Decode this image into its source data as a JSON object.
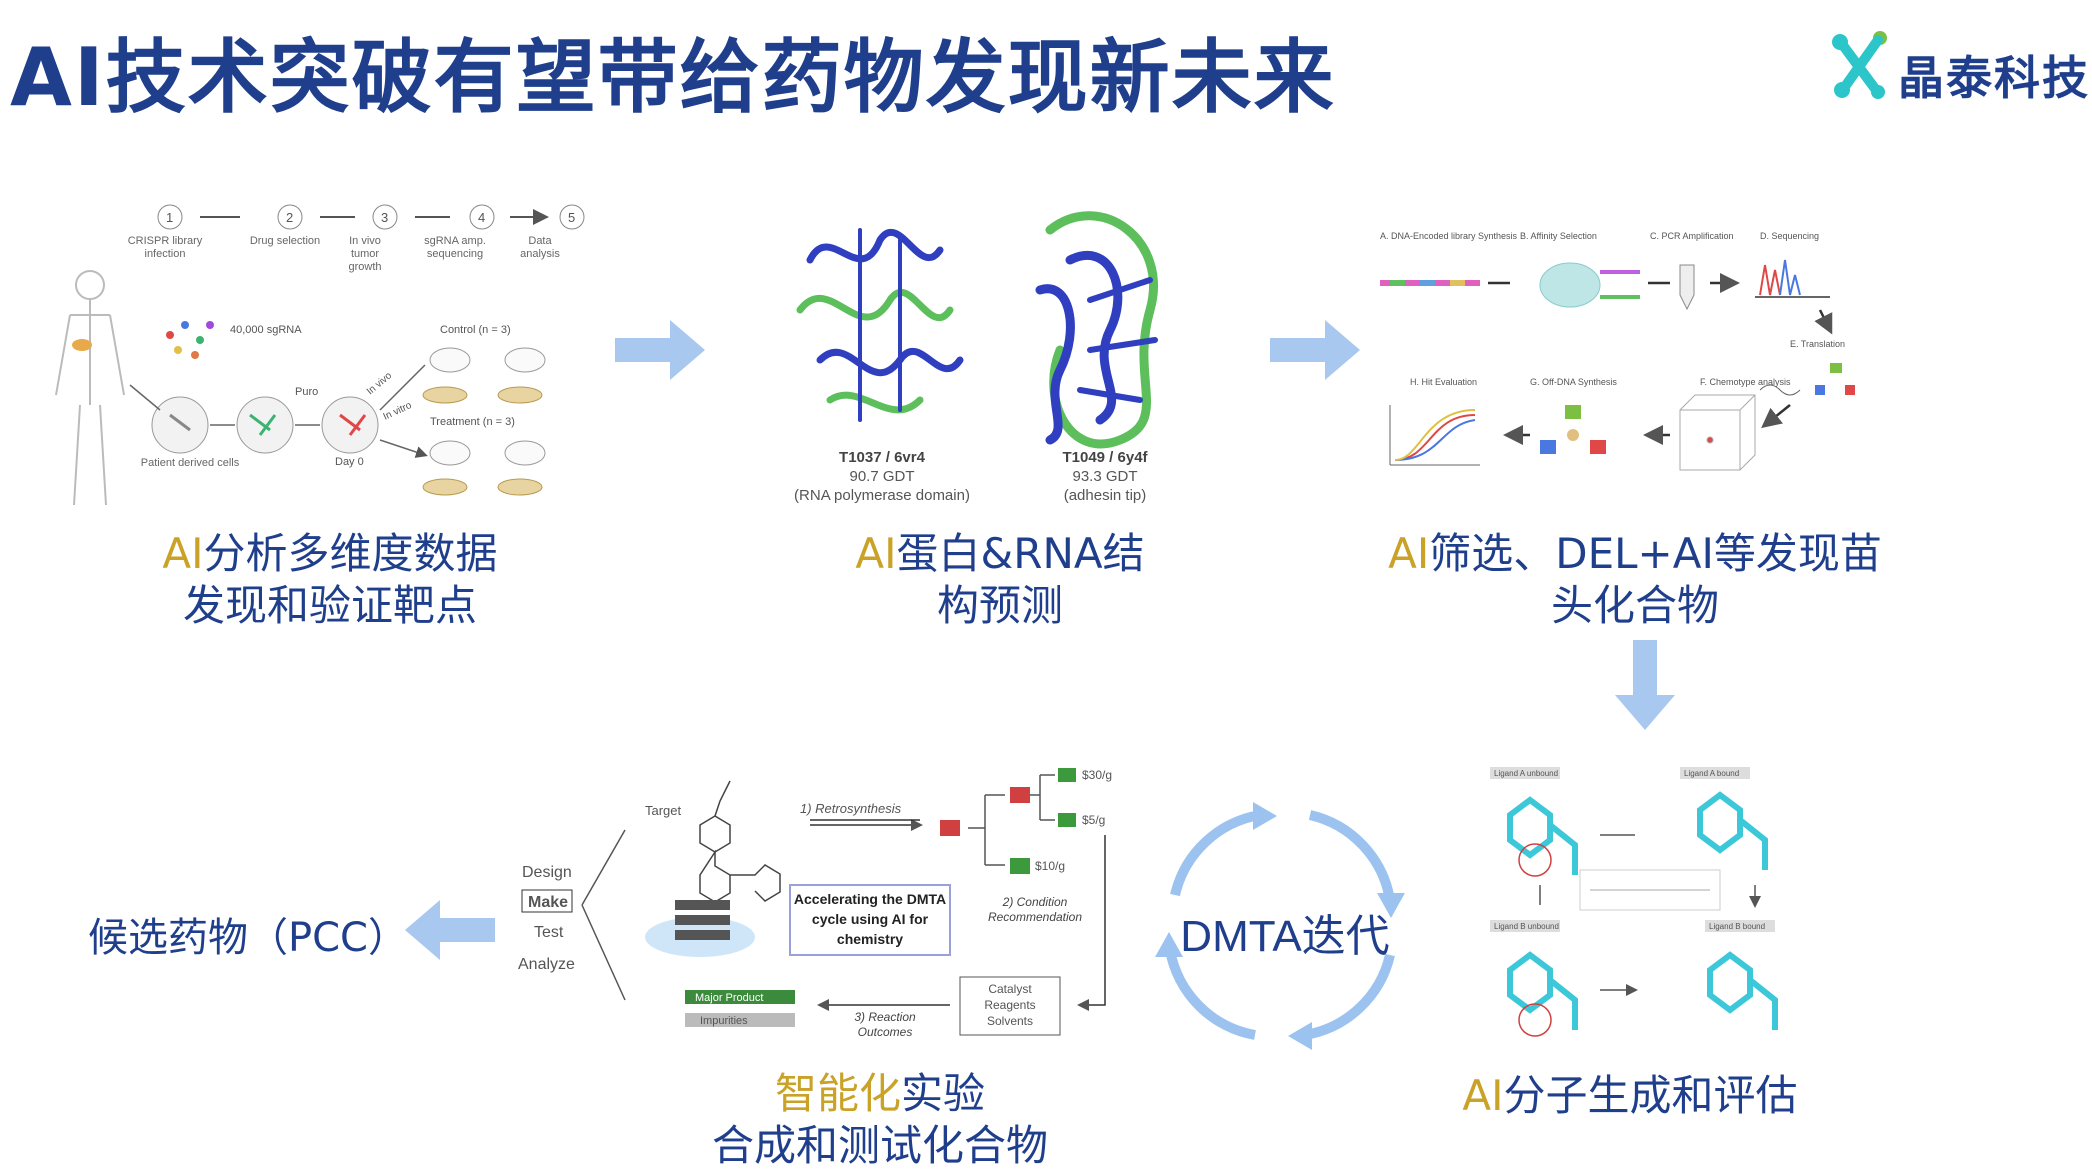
{
  "slide": {
    "title": "AI技术突破有望带给药物发现新未来",
    "logo_text": "晶泰科技"
  },
  "panel1": {
    "steps": [
      {
        "num": "1",
        "label": "CRISPR library infection"
      },
      {
        "num": "2",
        "label": "Drug selection"
      },
      {
        "num": "3",
        "label": "In vivo tumor growth"
      },
      {
        "num": "4",
        "label": "sgRNA amp. sequencing"
      },
      {
        "num": "5",
        "label": "Data analysis"
      }
    ],
    "sgrna": "40,000 sgRNA",
    "puro": "Puro",
    "day0": "Day 0",
    "invivo": "In vivo",
    "invitro": "In vitro",
    "control": "Control (n = 3)",
    "treatment": "Treatment (n = 3)",
    "patient": "Patient derived cells",
    "caption_ai": "AI",
    "caption_l1": "分析多维度数据",
    "caption_l2": "发现和验证靶点"
  },
  "panel2": {
    "protein1": {
      "id": "T1037 / 6vr4",
      "gdt": "90.7 GDT",
      "desc": "(RNA polymerase domain)"
    },
    "protein2": {
      "id": "T1049 / 6y4f",
      "gdt": "93.3 GDT",
      "desc": "(adhesin tip)"
    },
    "caption_ai": "AI",
    "caption_l1": "蛋白&RNA结",
    "caption_l2": "构预测"
  },
  "panel3": {
    "labels": {
      "a": "A. DNA-Encoded library Synthesis",
      "b": "B. Affinity Selection",
      "c": "C. PCR Amplification",
      "d": "D. Sequencing",
      "e": "E. Translation",
      "f": "F. Chemotype analysis",
      "g": "G. Off-DNA Synthesis",
      "h": "H. Hit Evaluation"
    },
    "caption_ai": "AI",
    "caption_l1": "筛选、DEL+AI等发现苗",
    "caption_l2": "头化合物"
  },
  "panel4": {
    "tags": [
      "Ligand A unbound",
      "Ligand A bound",
      "Ligand B unbound",
      "Ligand B bound"
    ],
    "caption_ai": "AI",
    "caption_l1": "分子生成和评估"
  },
  "panel5": {
    "dmta": [
      "Design",
      "Make",
      "Test",
      "Analyze"
    ],
    "target": "Target",
    "retro": "1) Retrosynthesis",
    "prices": [
      "$30/g",
      "$5/g",
      "$10/g"
    ],
    "box_title": "Accelerating the DMTA cycle using AI for chemistry",
    "condition": "2) Condition Recommendation",
    "catalyst": [
      "Catalyst",
      "Reagents",
      "Solvents"
    ],
    "reaction": "3) Reaction Outcomes",
    "major": "Major Product",
    "impurities": "Impurities",
    "caption_gold": "智能化",
    "caption_l1_rest": "实验",
    "caption_l2": "合成和测试化合物"
  },
  "cycle_label": "DMTA迭代",
  "candidate": "候选药物（PCC）",
  "colors": {
    "title": "#1f3f8c",
    "accent_gold": "#c9a227",
    "arrow": "#a8c8f0",
    "cycle": "#9cc3f0",
    "logo_teal": "#2cc5c9",
    "logo_green": "#7bc043"
  }
}
